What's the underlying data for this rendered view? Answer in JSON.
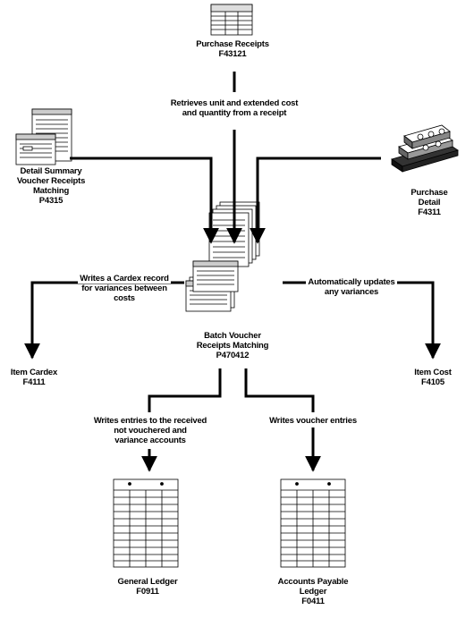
{
  "nodes": {
    "purchase_receipts": {
      "name": "Purchase Receipts",
      "code": "F43121"
    },
    "detail_summary": {
      "line1": "Detail Summary",
      "line2": "Voucher Receipts",
      "line3": "Matching",
      "code": "P4315"
    },
    "purchase_detail": {
      "line1": "Purchase",
      "line2": "Detail",
      "code": "F4311"
    },
    "batch_voucher": {
      "line1": "Batch Voucher",
      "line2": "Receipts Matching",
      "code": "P470412"
    },
    "item_cardex": {
      "name": "Item Cardex",
      "code": "F4111"
    },
    "item_cost": {
      "name": "Item Cost",
      "code": "F4105"
    },
    "general_ledger": {
      "name": "General Ledger",
      "code": "F0911"
    },
    "ap_ledger": {
      "line1": "Accounts Payable",
      "line2": "Ledger",
      "code": "F0411"
    }
  },
  "annotations": {
    "retrieves": {
      "line1": "Retrieves unit and extended cost",
      "line2": "and quantity from a receipt"
    },
    "writes_cardex": {
      "line1": "Writes a Cardex record",
      "line2": "for variances between",
      "line3": "costs"
    },
    "auto_updates": {
      "line1": "Automatically updates",
      "line2": "any variances"
    },
    "writes_gl": {
      "line1": "Writes entries to the received",
      "line2": "not vouchered and",
      "line3": "variance accounts"
    },
    "writes_voucher": {
      "line1": "Writes voucher entries"
    }
  }
}
